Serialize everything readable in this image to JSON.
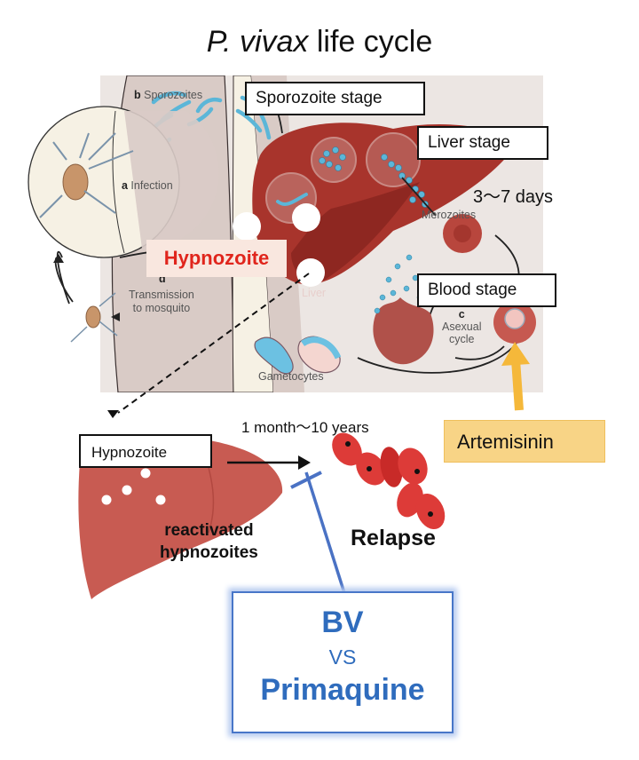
{
  "title": {
    "italic": "P. vivax",
    "rest": " life cycle"
  },
  "illustration": {
    "labels": {
      "sporozoites_letter": "b",
      "sporozoites": "Sporozoites",
      "infection_letter": "a",
      "infection": "Infection",
      "liver": "Liver",
      "merozoites": "Merozoites",
      "transmission_letter": "d",
      "transmission_line1": "Transmission",
      "transmission_line2": "to mosquito",
      "asexual_letter": "c",
      "asexual_line1": "Asexual",
      "asexual_line2": "cycle",
      "gametocytes": "Gametocytes"
    },
    "stage_boxes": {
      "sporozoite": "Sporozoite stage",
      "liver": "Liver stage",
      "blood": "Blood stage"
    },
    "hypnozoite_highlight": "Hypnozoite"
  },
  "annotations": {
    "liver_duration": "3〜7 days",
    "relapse_duration": "1 month〜10 years",
    "artemisinin": "Artemisinin",
    "hypnozoite_box": "Hypnozoite",
    "reactivated_line1": "reactivated",
    "reactivated_line2": "hypnozoites",
    "relapse": "Relapse"
  },
  "drug_comparison": {
    "drug_a": "BV",
    "versus": "VS",
    "drug_b": "Primaquine"
  },
  "colors": {
    "panel_bg": "#ece6e3",
    "liver": "#a8342c",
    "parasite": "#5bb6d8",
    "hypnozoite_text": "#e0251c",
    "artemisinin_fill": "#f8d486",
    "arrow_orange": "#f5b83a",
    "inhibitor_blue": "#4a72c4",
    "drug_text": "#2f6cbd"
  }
}
